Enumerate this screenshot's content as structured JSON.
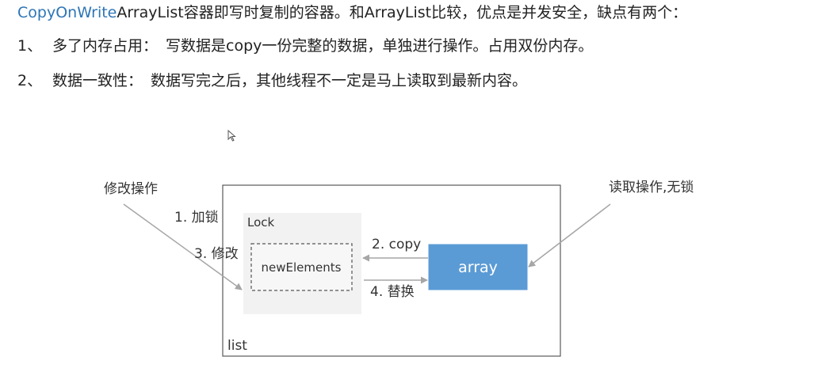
{
  "intro": {
    "highlight": "CopyOnWrite",
    "rest": "ArrayList容器即写时复制的容器。和ArrayList比较，优点是并发安全，缺点有两个："
  },
  "points": [
    {
      "num": "1、",
      "title": "多了内存占用：",
      "desc": "写数据是copy一份完整的数据，单独进行操作。占用双份内存。"
    },
    {
      "num": "2、",
      "title": "数据一致性：",
      "desc": "数据写完之后，其他线程不一定是马上读取到最新内容。"
    }
  ],
  "diagram": {
    "write_label": "修改操作",
    "read_label": "读取操作,无锁",
    "list_label": "list",
    "lock_label": "Lock",
    "new_elements_label": "newElements",
    "array_label": "array",
    "steps": {
      "step1": "1. 加锁",
      "step2": "2. copy",
      "step3": "3. 修改",
      "step4": "4. 替换"
    },
    "colors": {
      "array_fill": "#5b9bd5",
      "lock_fill": "#f2f2f2",
      "highlight_text": "#2e75b6",
      "arrow": "#a6a6a6"
    }
  }
}
